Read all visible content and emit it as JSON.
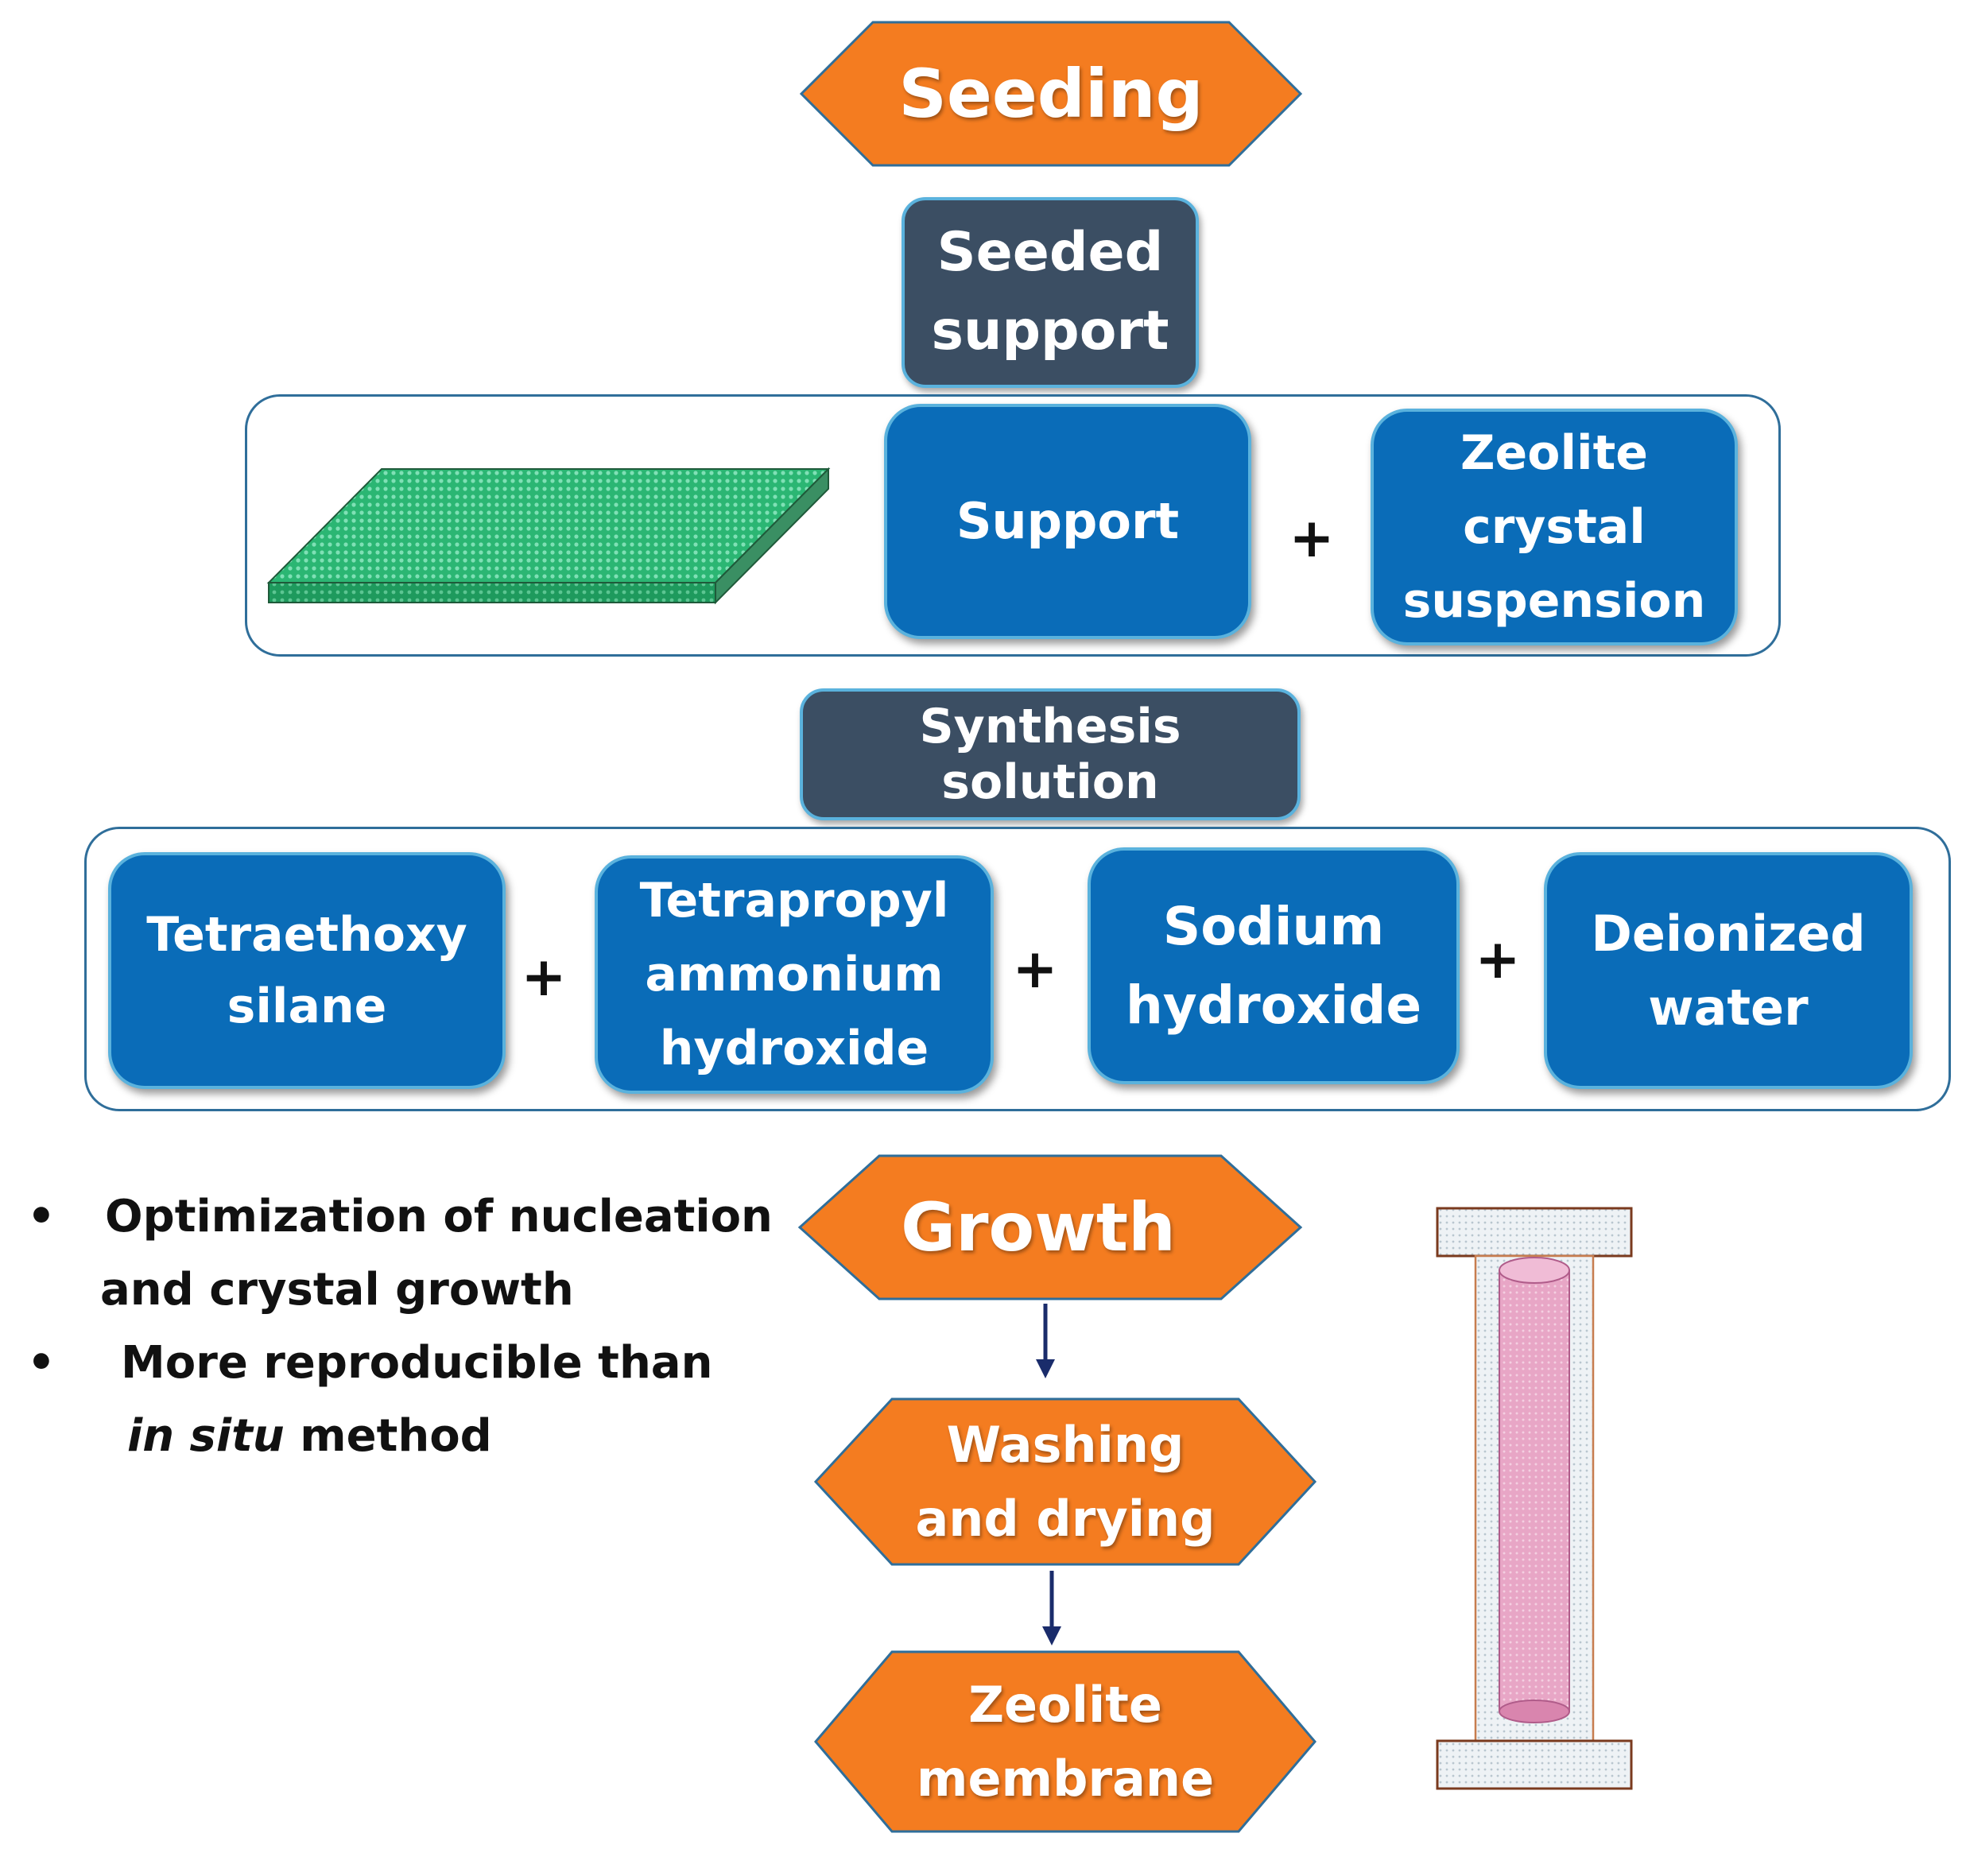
{
  "stages": {
    "seeding": "Seeding",
    "growth": "Growth",
    "washing": "Washing\nand drying",
    "membrane": "Zeolite\nmembrane"
  },
  "groups": {
    "seeded_support": "Seeded\nsupport",
    "synthesis_solution": "Synthesis solution"
  },
  "seeding_inputs": {
    "support": "Support",
    "zeolite_suspension": "Zeolite\ncrystal\nsuspension",
    "plus": "+"
  },
  "synthesis_inputs": {
    "teos": "Tetraethoxy\nsilane",
    "tpaoh": "Tetrapropyl\nammonium\nhydroxide",
    "naoh": "Sodium\nhydroxide",
    "water": "Deionized\nwater",
    "plus1": "+",
    "plus2": "+",
    "plus3": "+"
  },
  "notes": {
    "bullet_symbol": "•",
    "b1_line1": "Optimization of nucleation",
    "b1_line2": "and crystal growth",
    "b2_line1": "More reproducible than",
    "b2_italic": "in situ",
    "b2_rest": " method"
  },
  "colors": {
    "orange": "#f47c20",
    "dark_slate": "#3b4e63",
    "blue": "#0a6cb8",
    "light_border": "#5ab2dd",
    "arrow": "#1a2c6b"
  }
}
